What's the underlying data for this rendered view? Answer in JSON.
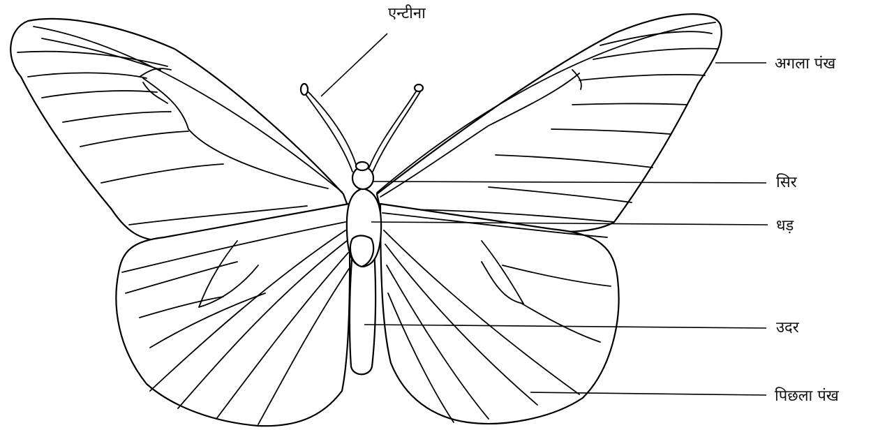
{
  "labels": {
    "antenna": "एन्टीना",
    "forewing": "अगला पंख",
    "head": "सिर",
    "thorax": "धड़",
    "abdomen": "उदर",
    "hindwing": "पिछला पंख"
  },
  "colors": {
    "ink": "#000000",
    "paper": "#ffffff"
  }
}
